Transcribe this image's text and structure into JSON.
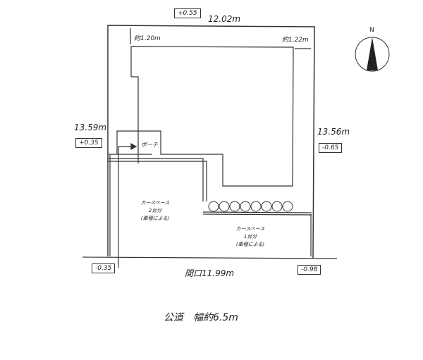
{
  "dimensions": {
    "top": "12.02m",
    "left": "13.59m",
    "right": "13.56m",
    "frontage": "間口11.99m",
    "setback_top": "約1.20m",
    "setback_right": "約1.22m"
  },
  "elevations": {
    "top": "+0.55",
    "left": "+0.35",
    "right": "-0.65",
    "bottom_left": "-0.35",
    "bottom_right": "-0.98"
  },
  "labels": {
    "porch": "ポーチ",
    "north": "N"
  },
  "parking": [
    {
      "line1": "カースペース",
      "line2": "2台分",
      "line3": "(車種による)"
    },
    {
      "line1": "カースペース",
      "line2": "1台分",
      "line3": "(車種による)"
    }
  ],
  "road": "公道　幅約6.5m"
}
